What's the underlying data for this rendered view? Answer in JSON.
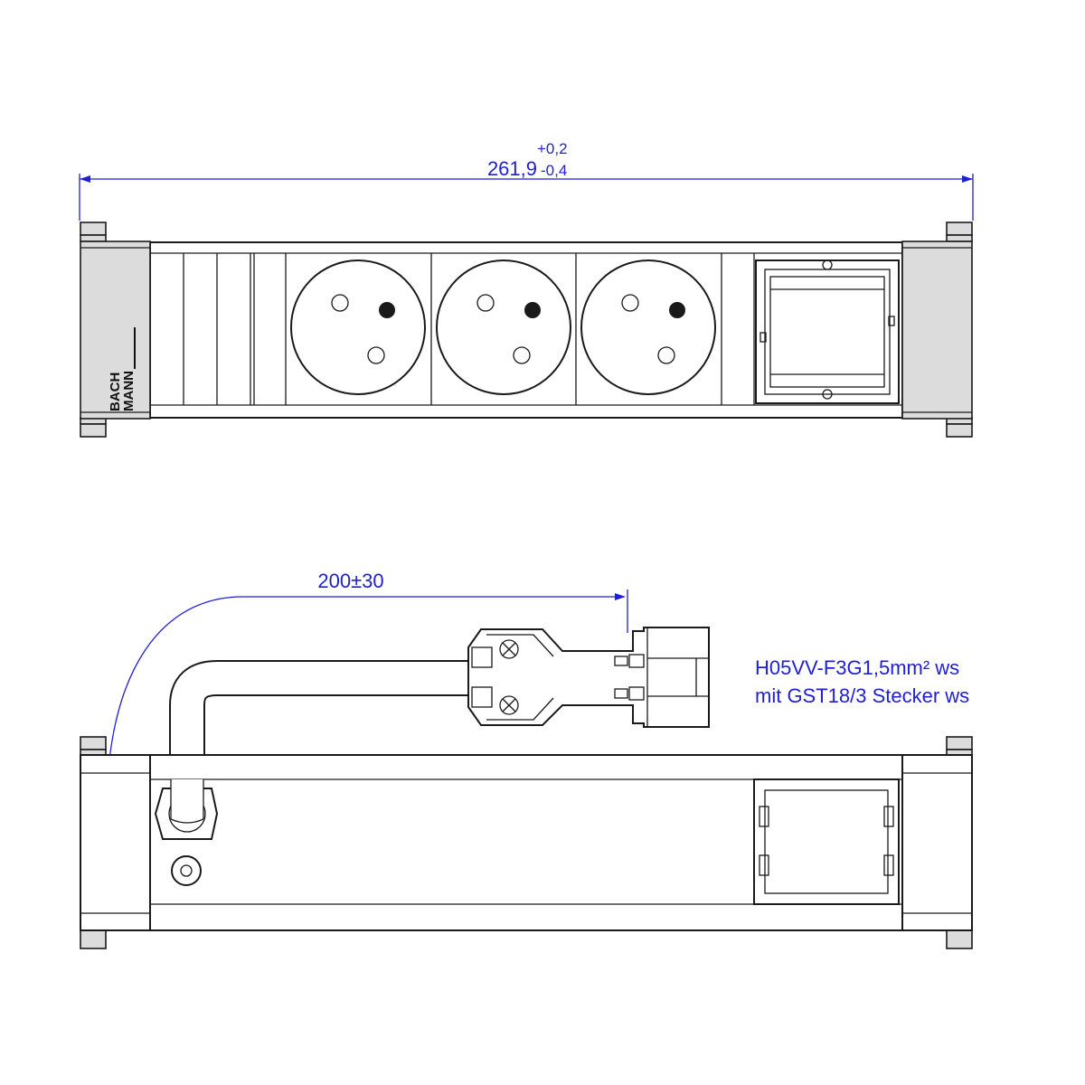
{
  "dimensions": {
    "overall_length": "261,9",
    "tolerance_upper": "+0,2",
    "tolerance_lower": "-0,4",
    "cable_length": "200±30"
  },
  "cable_spec": {
    "line1": "H05VV-F3G1,5mm² ws",
    "line2": "mit GST18/3  Stecker ws"
  },
  "brand": {
    "line1": "BACH",
    "line2": "MANN"
  },
  "colors": {
    "dimension": "#1f1fd6",
    "outline": "#1a1a1a",
    "cap_fill": "#dcdcdc"
  },
  "sockets": {
    "count": 3,
    "type": "french-earthing-pin-socket-icon"
  }
}
